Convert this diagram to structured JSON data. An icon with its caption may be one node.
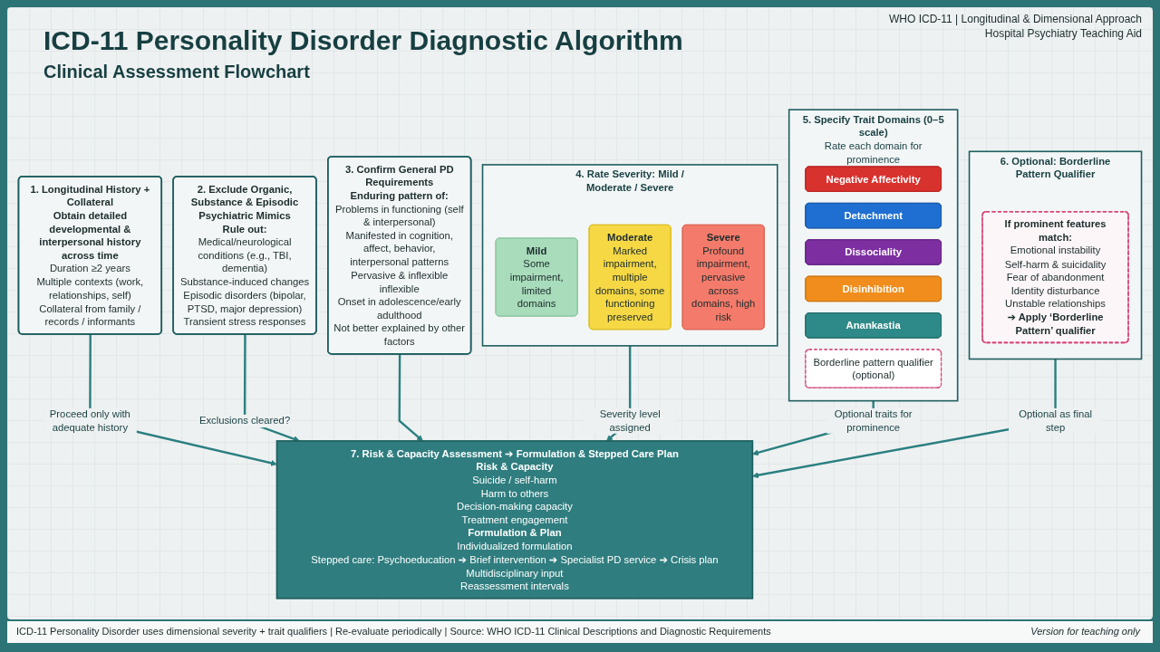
{
  "diagram": {
    "title": "ICD-11 Personality Disorder Diagnostic Algorithm",
    "nodes": [
      {
        "text": [
          "1. Longitudinal History + Collateral",
          "Obtain detailed developmental & interpersonal history across time",
          "Duration ≥2 years",
          "Multiple contexts (work, relationships, self)",
          "Collateral from family / records / informants"
        ]
      },
      {
        "text": [
          "2. Exclude Organic, Substance & Episodic Psychiatric Mimics",
          "Rule out:",
          "Medical/neurological conditions (e.g., TBI, dementia)",
          "Substance-induced changes",
          "Episodic disorders (bipolar, PTSD, major depression)",
          "Transient stress responses"
        ]
      },
      {
        "text": [
          "3. Confirm General PD Requirements",
          "Enduring pattern of:",
          "Problems in functioning (self & interpersonal)",
          "Manifested in cognition, affect, behavior, interpersonal patterns",
          "Pervasive & inflexible inflexible",
          "Onset in adolescence/early adulthood",
          "Not better explained by other factors"
        ]
      },
      {
        "text": [
          "4. Rate Severity: Mild / Moderate / Severe"
        ]
      },
      {
        "text": [
          "Mild",
          "Some impairment, limited domains"
        ],
        "in": 3
      },
      {
        "text": [
          "Moderate",
          "Marked impairment, multiple domains, some functioning preserved"
        ],
        "in": 3
      },
      {
        "text": [
          "Severe",
          "Profound impairment, pervasive across domains, high risk"
        ],
        "in": 3
      },
      {
        "text": [
          "5. Specify Trait Domains (0–5 scale)",
          "Rate each domain for prominence"
        ]
      },
      {
        "text": [
          "Negative Affectivity"
        ],
        "in": 7
      },
      {
        "text": [
          "Detachment"
        ],
        "in": 7
      },
      {
        "text": [
          "Dissociality"
        ],
        "in": 7
      },
      {
        "text": [
          "Disinhibition"
        ],
        "in": 7
      },
      {
        "text": [
          "Anankastia"
        ],
        "in": 7
      },
      {
        "text": [
          "Borderline pattern qualifier (optional)"
        ],
        "in": 7
      },
      {
        "text": [
          "6. Optional: Borderline Pattern Qualifier"
        ]
      },
      {
        "text": [
          "If prominent features match:",
          "Emotional instability",
          "Self-harm & suicidality",
          "Fear of abandonment",
          "Identity disturbance",
          "Unstable relationships",
          "➔ Apply ‘Borderline Pattern’ qualifier"
        ],
        "in": 14
      },
      {
        "text": [
          "7. Risk & Capacity Assessment ➔ Formulation & Stepped Care Plan",
          "Risk & Capacity",
          "Suicide / self-harm",
          "Harm to others",
          "Decision-making capacity",
          "Treatment engagement",
          "Formulation & Plan",
          "Individualized formulation",
          "Stepped care: Psychoeducation ➔ Brief intervention ➔ Specialist PD service ➔ Crisis plan",
          "Multidisciplinary input",
          "Reassessment intervals"
        ]
      }
    ],
    "edges": [
      {
        "from": 0,
        "to": 16,
        "arrow": "to",
        "label": "Proceed only with adequate history"
      },
      {
        "from": 1,
        "to": 16,
        "arrow": "to",
        "label": "Exclusions cleared?"
      },
      {
        "from": 2,
        "to": 16,
        "arrow": "to"
      },
      {
        "from": 3,
        "to": 16,
        "arrow": "to",
        "label": "Severity level assigned"
      },
      {
        "from": 7,
        "to": 16,
        "arrow": "to",
        "label": "Optional traits for prominence"
      },
      {
        "from": 14,
        "to": 16,
        "arrow": "to",
        "label": "Optional as final step"
      }
    ],
    "labels": [
      "WHO ICD-11 | Longitudinal & Dimensional Approach",
      "Hospital Psychiatry Teaching Aid",
      "Clinical Assessment Flowchart",
      "ICD-11 Personality Disorder uses dimensional severity + trait qualifiers | Re-evaluate periodically | Source: WHO ICD-11 Clinical Descriptions and Diagnostic Requirements",
      "Version for teaching only"
    ]
  }
}
